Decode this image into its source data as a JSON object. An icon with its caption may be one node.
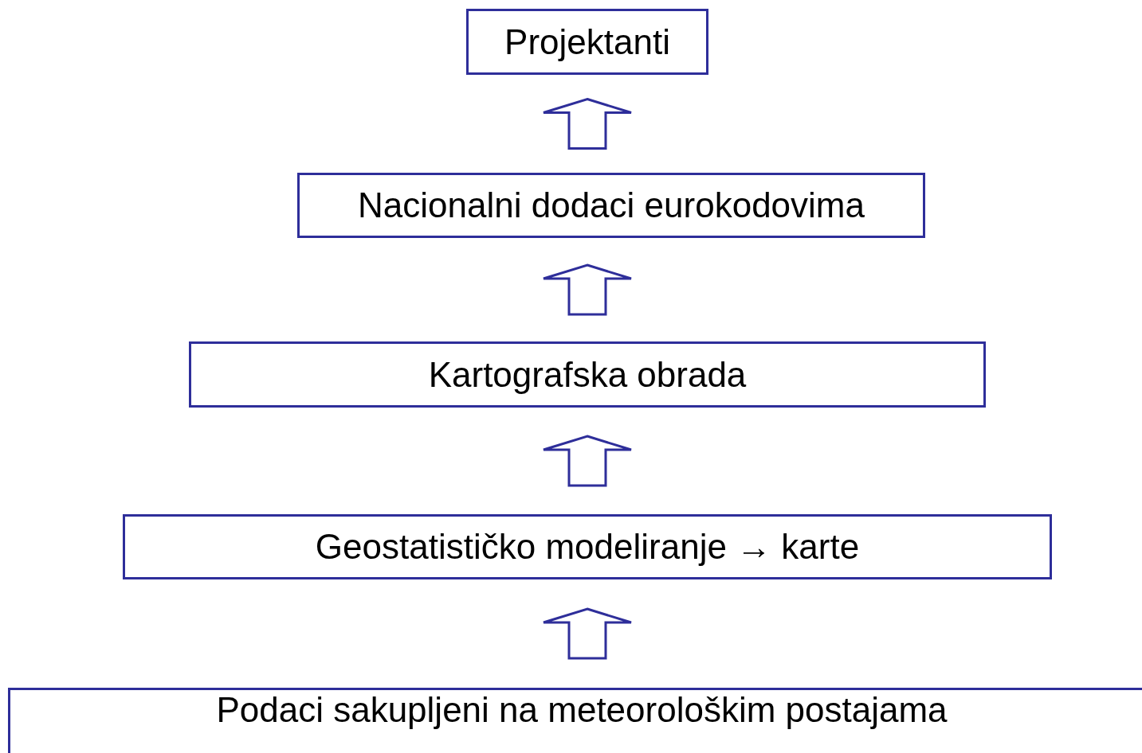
{
  "diagram": {
    "nodes": [
      {
        "text": [
          "Projektanti"
        ]
      },
      {
        "text": [
          "Nacionalni dodaci eurokodovima"
        ]
      },
      {
        "text": [
          "Kartografska obrada"
        ]
      },
      {
        "text": [
          "Geostatističko modeliranje → karte"
        ]
      },
      {
        "text": [
          "Podaci sakupljeni na meteorološkim postajama"
        ]
      }
    ],
    "edges": [
      {
        "from": 4,
        "to": 3,
        "arrow": "to"
      },
      {
        "from": 3,
        "to": 2,
        "arrow": "to"
      },
      {
        "from": 2,
        "to": 1,
        "arrow": "to"
      },
      {
        "from": 1,
        "to": 0,
        "arrow": "to"
      }
    ]
  }
}
